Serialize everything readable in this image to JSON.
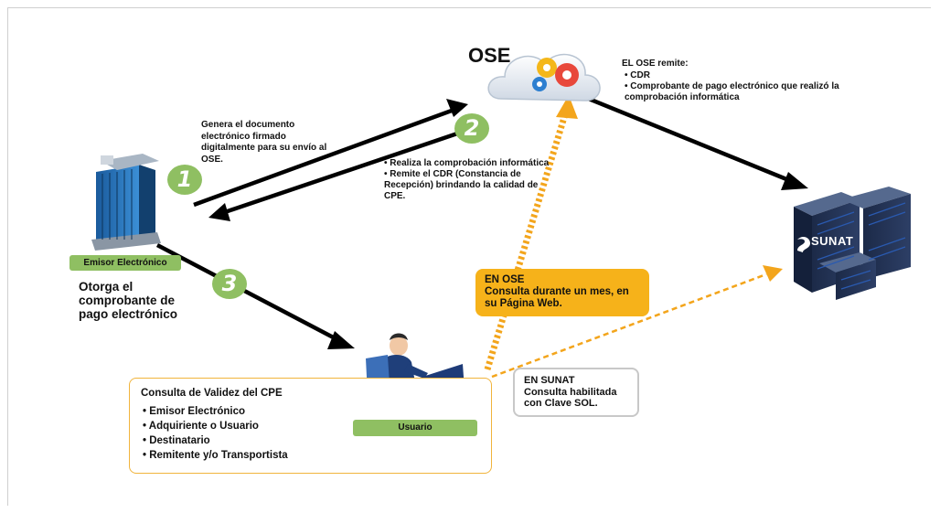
{
  "ose": {
    "title": "OSE",
    "note_title": "EL OSE remite:",
    "note_items": [
      "CDR",
      "Comprobante de pago electrónico que realizó la comprobación informática"
    ]
  },
  "steps": {
    "step1_number": "1",
    "step1_text": "Genera el documento electrónico firmado digitalmente para su envío al OSE.",
    "step2_number": "2",
    "step2_items": [
      "Realiza la comprobación informática",
      "Remite el CDR (Constancia de Recepción) brindando la calidad de CPE."
    ],
    "step3_number": "3"
  },
  "emisor": {
    "label": "Emisor Electrónico",
    "otorga_text": "Otorga el comprobante de pago electrónico"
  },
  "usuario": {
    "label": "Usuario"
  },
  "ose_box": {
    "line1": "EN OSE",
    "line2": "Consulta durante un mes, en su Página Web."
  },
  "sunat_box": {
    "line1": "EN SUNAT",
    "line2": "Consulta habilitada con Clave SOL."
  },
  "validez": {
    "title": "Consulta de Validez del CPE",
    "items": [
      "Emisor Electrónico",
      "Adquiriente o Usuario",
      "Destinatario",
      "Remitente y/o Transportista"
    ]
  },
  "sunat": {
    "logo_text": "SUNAT"
  },
  "colors": {
    "green": "#8fbf62",
    "orange": "#f6b21a",
    "dashed_orange": "#f0a020",
    "navy": "#1b2a4a",
    "arrow": "#000000"
  },
  "icons": [
    "building-icon",
    "cloud-gears-icon",
    "server-rack-icon",
    "person-at-computer-icon"
  ]
}
